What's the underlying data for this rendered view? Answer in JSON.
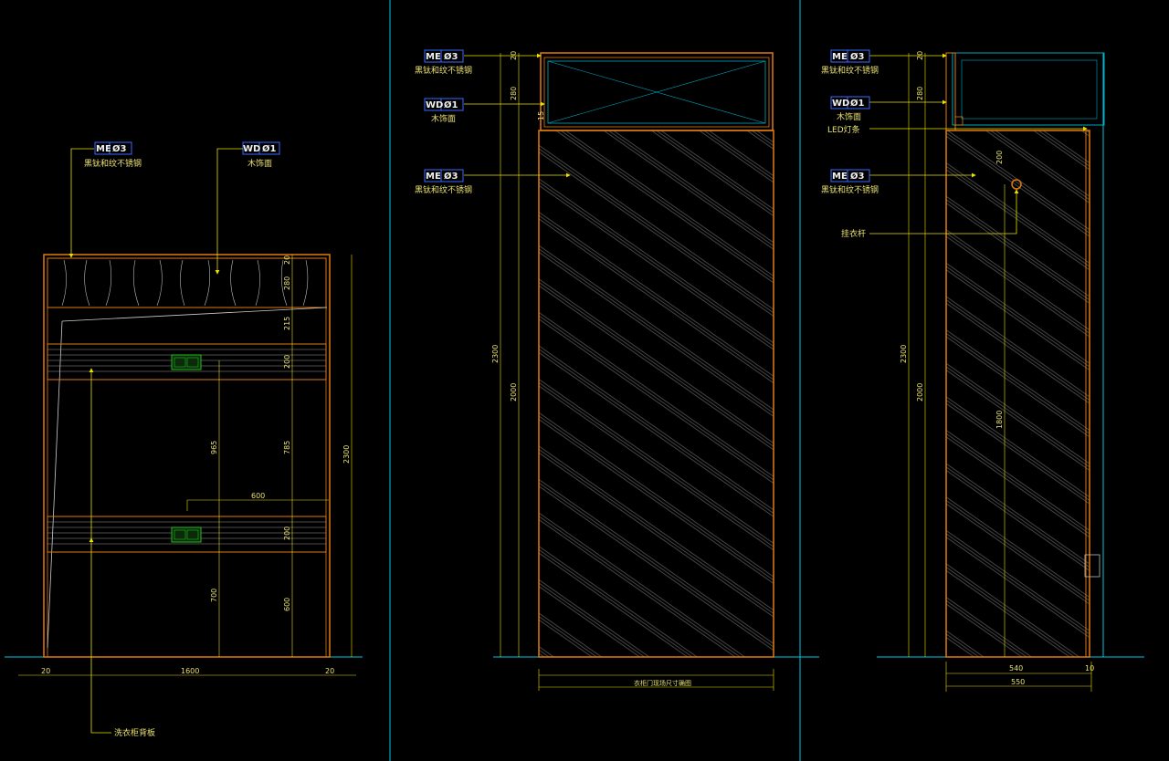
{
  "colors": {
    "background": "#000000",
    "frame": "#e07a10",
    "annotation": "#e8e000",
    "viewport_divider": "#00c8e0",
    "hatch": "#9a9a9a",
    "tag_box": "#3a6aff",
    "outlet": "#20a020"
  },
  "tags": {
    "me03": {
      "code": "ME",
      "num": "Ø3",
      "desc": "黑钛和纹不锈钢"
    },
    "wd01": {
      "code": "WD",
      "num": "Ø1",
      "desc": "木饰面"
    }
  },
  "view_left": {
    "dims_bottom": [
      "20",
      "1600",
      "20"
    ],
    "dims_right_inner": [
      "20",
      "280",
      "215",
      "200",
      "785",
      "200",
      "600"
    ],
    "dim_total": "2300",
    "dim_965": "965",
    "dim_700": "700",
    "dim_600_h": "600",
    "callout_backboard": "洗衣柜背板"
  },
  "view_mid": {
    "dims_left": [
      "20",
      "280",
      "15",
      "2300",
      "2000"
    ],
    "bottom_note": "衣柜门现场尺寸确图"
  },
  "view_right": {
    "dims_left": [
      "20",
      "280",
      "2300",
      "2000"
    ],
    "dim_200": "200",
    "dim_1800": "1800",
    "dims_bottom": [
      "540",
      "10",
      "550"
    ],
    "callout_led": "LED灯条",
    "callout_rod": "挂衣杆"
  }
}
